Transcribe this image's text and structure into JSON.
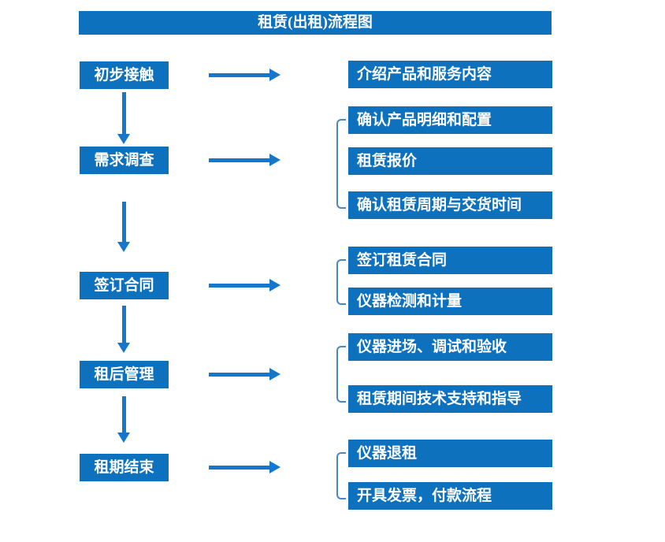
{
  "title": "租赁(出租)流程图",
  "colors": {
    "box_blue": "#0e71be",
    "arrow_blue": "#1577cb",
    "bracket_blue": "#4a86c4",
    "text_white": "#ffffff",
    "background": "#ffffff"
  },
  "steps": [
    {
      "label": "初步接触",
      "details": [
        "介绍产品和服务内容"
      ]
    },
    {
      "label": "需求调查",
      "details": [
        "确认产品明细和配置",
        "租赁报价",
        "确认租赁周期与交货时间"
      ]
    },
    {
      "label": "签订合同",
      "details": [
        "签订租赁合同",
        "仪器检测和计量"
      ]
    },
    {
      "label": "租后管理",
      "details": [
        "仪器进场、调试和验收",
        "租赁期间技术支持和指导"
      ]
    },
    {
      "label": "租期结束",
      "details": [
        "仪器退租",
        "开具发票，付款流程"
      ]
    }
  ]
}
